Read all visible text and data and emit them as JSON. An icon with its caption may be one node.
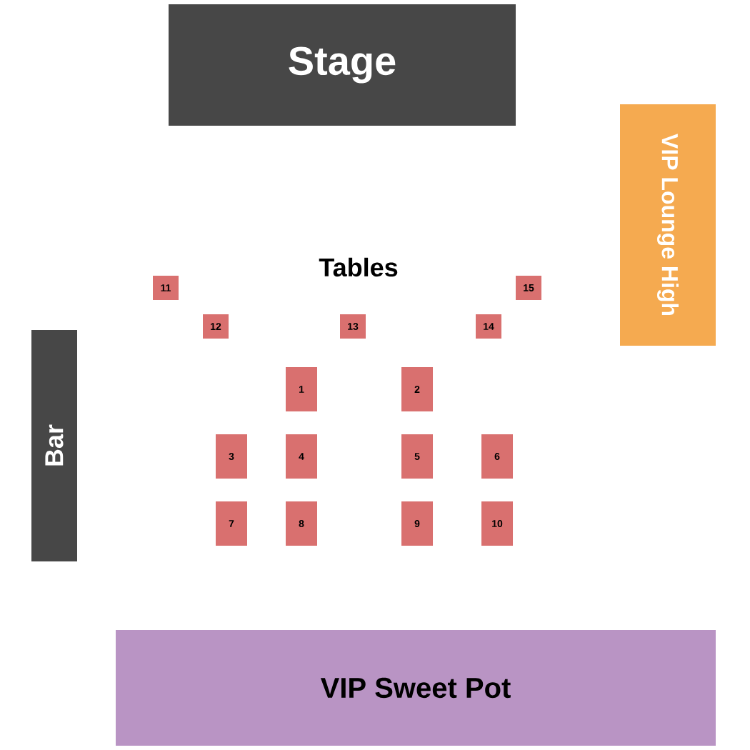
{
  "diagram": {
    "nodes": [
      {
        "text": [
          "Stage"
        ]
      },
      {
        "text": [
          "VIP Lounge High"
        ]
      },
      {
        "text": [
          "11"
        ]
      },
      {
        "text": [
          "15"
        ]
      },
      {
        "text": [
          "12"
        ]
      },
      {
        "text": [
          "13"
        ]
      },
      {
        "text": [
          "14"
        ]
      },
      {
        "text": [
          "Bar"
        ]
      },
      {
        "text": [
          "1"
        ]
      },
      {
        "text": [
          "2"
        ]
      },
      {
        "text": [
          "3"
        ]
      },
      {
        "text": [
          "4"
        ]
      },
      {
        "text": [
          "5"
        ]
      },
      {
        "text": [
          "6"
        ]
      },
      {
        "text": [
          "7"
        ]
      },
      {
        "text": [
          "8"
        ]
      },
      {
        "text": [
          "9"
        ]
      },
      {
        "text": [
          "10"
        ]
      },
      {
        "text": [
          "VIP Sweet Pot"
        ]
      }
    ],
    "labels": [
      "Tables"
    ]
  }
}
